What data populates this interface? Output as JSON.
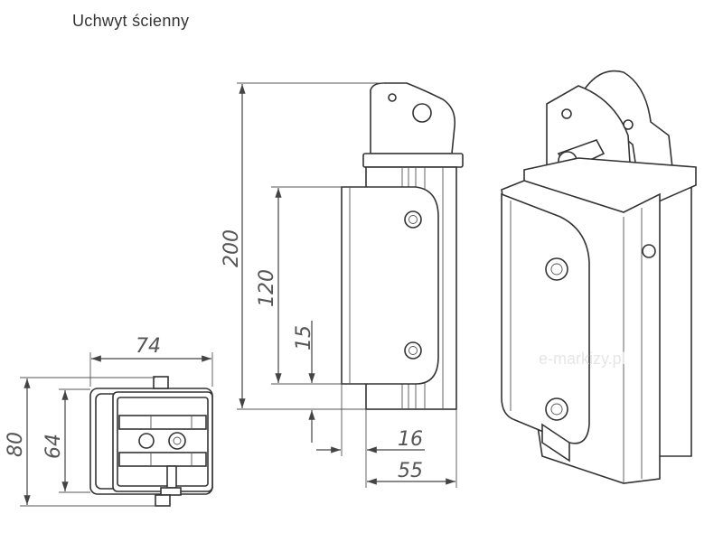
{
  "title": "Uchwyt ścienny",
  "watermark": "e-markizy.pl",
  "dimensions": {
    "width_top": "74",
    "depth_outer": "80",
    "depth_inner": "64",
    "height_total": "200",
    "plate_height": "120",
    "offset_bottom": "15",
    "plate_thickness": "16",
    "profile_width": "55"
  }
}
